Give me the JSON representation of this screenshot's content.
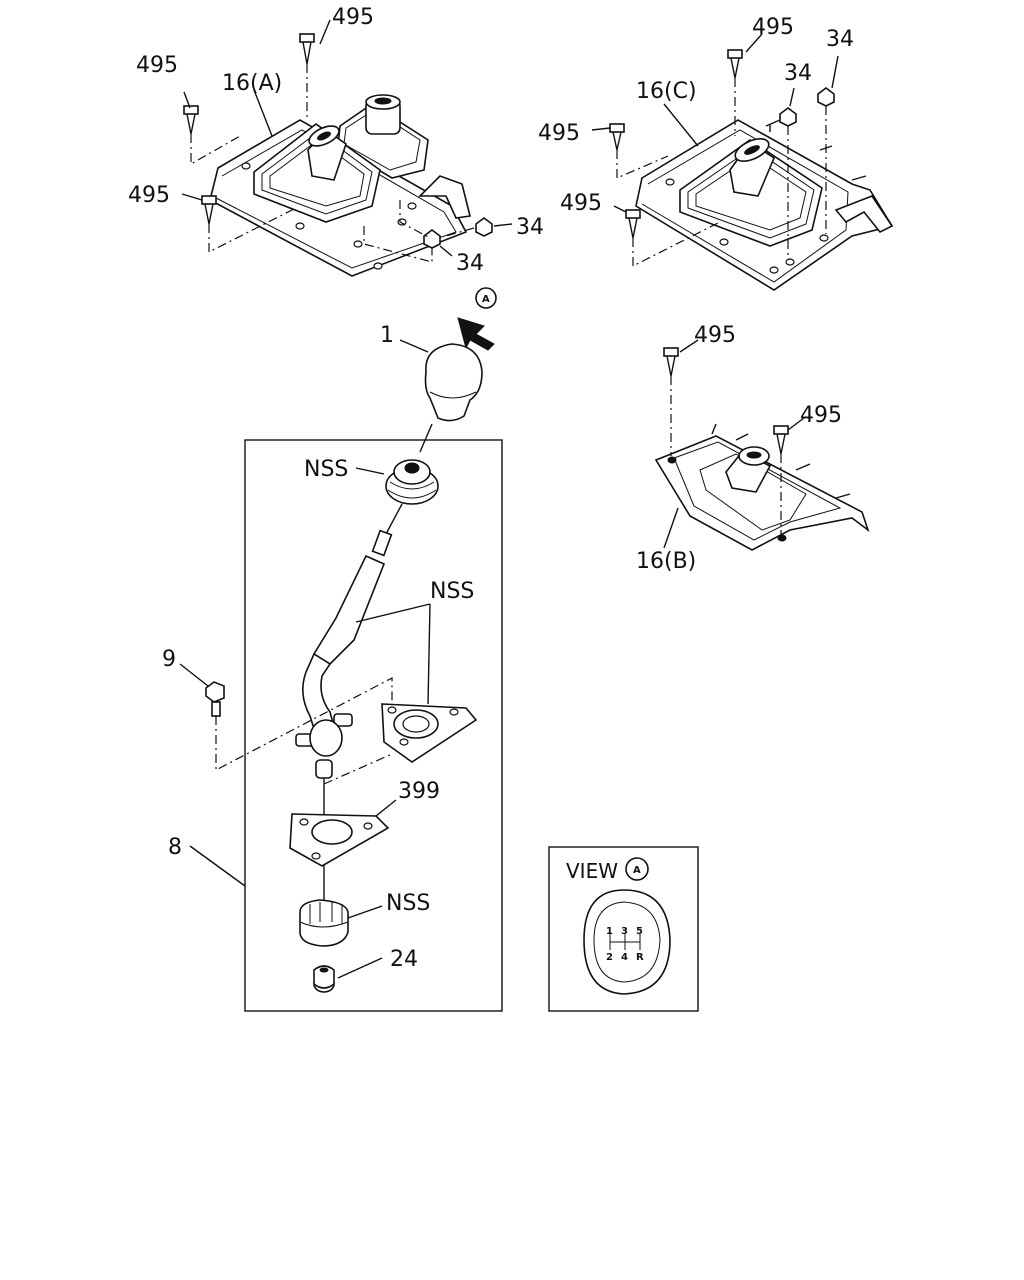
{
  "labels": {
    "p495_a": "495",
    "p495_b": "495",
    "p495_c": "495",
    "p16a": "16(A)",
    "p34_a": "34",
    "p34_b": "34",
    "p495_d": "495",
    "p34_c": "34",
    "p34_d": "34",
    "p16c": "16(C)",
    "p495_e": "495",
    "p495_f": "495",
    "callout_a": "A",
    "p1": "1",
    "p495_g": "495",
    "p495_h": "495",
    "nss_1": "NSS",
    "nss_2": "NSS",
    "p16b": "16(B)",
    "p9": "9",
    "p399": "399",
    "p8": "8",
    "nss_3": "NSS",
    "p24": "24"
  },
  "view_box": {
    "title": "VIEW",
    "circle_letter": "A",
    "shift_pattern_top": [
      "1",
      "3",
      "5"
    ],
    "shift_pattern_bottom": [
      "2",
      "4",
      "R"
    ]
  }
}
